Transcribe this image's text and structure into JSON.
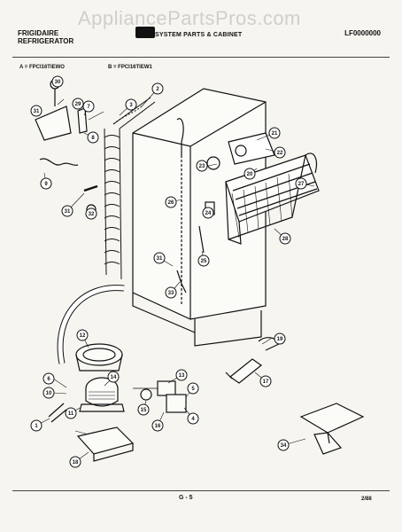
{
  "watermark": "AppliancePartsPros.com",
  "header": {
    "brand": "FRIGIDAIRE",
    "appliance": "REFRIGERATOR",
    "section_title": "SYSTEM PARTS & CABINET",
    "doc_code": "LF0000000",
    "model_a": "A = FPCI16TIEWO",
    "model_b": "B = FPCI16TIEW1"
  },
  "callouts": [
    "2",
    "3",
    "4",
    "5",
    "6",
    "7",
    "8",
    "9",
    "10",
    "11",
    "12",
    "13",
    "14",
    "15",
    "16",
    "17",
    "18",
    "19",
    "20",
    "21",
    "22",
    "23",
    "24",
    "25",
    "26",
    "27",
    "28",
    "29",
    "30",
    "31",
    "31",
    "31",
    "32",
    "33",
    "34",
    "1"
  ],
  "footer": {
    "page": "G - 5",
    "date": "2/88"
  }
}
